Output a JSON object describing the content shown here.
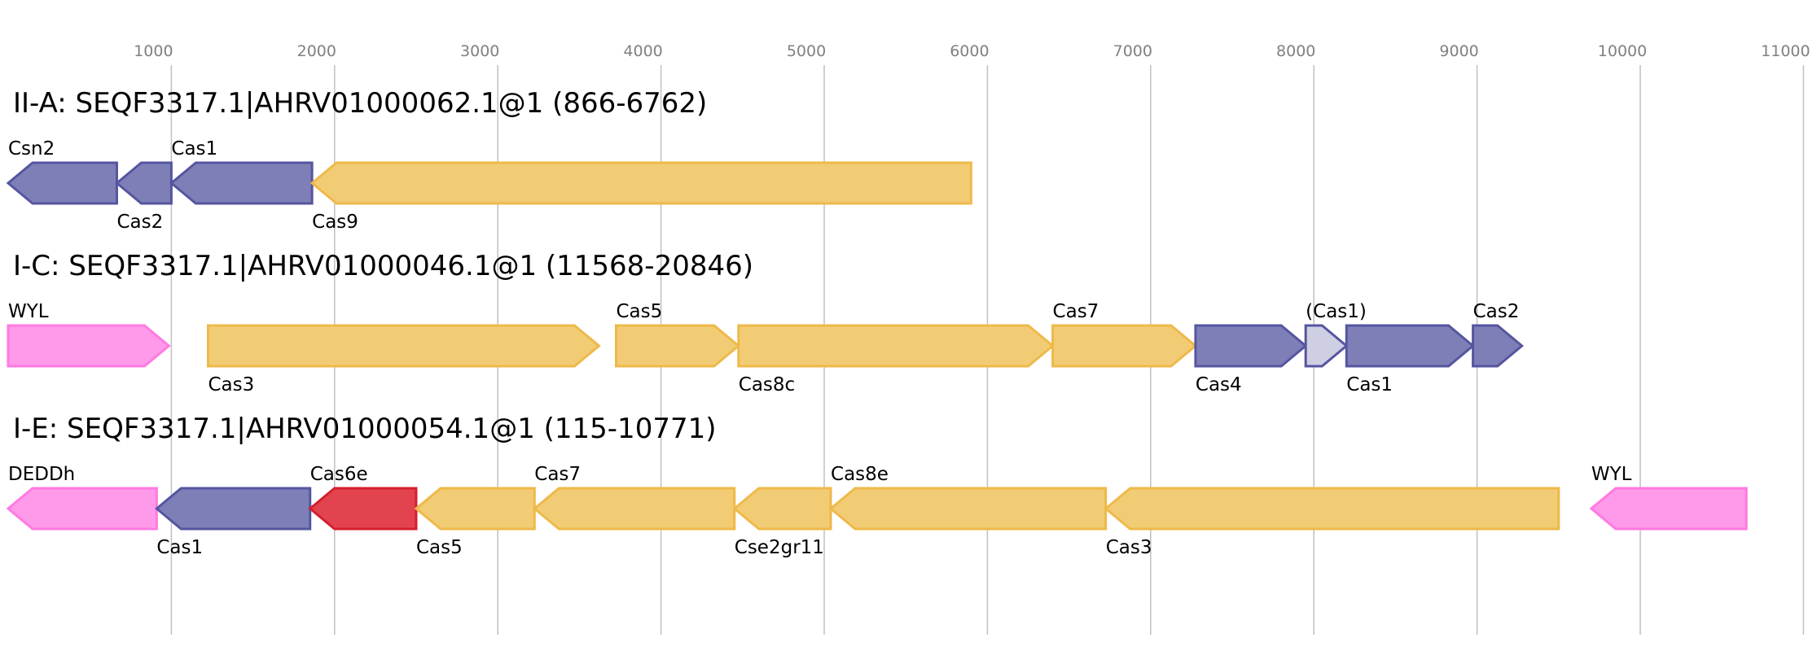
{
  "axis": {
    "ticks": [
      1000,
      2000,
      3000,
      4000,
      5000,
      6000,
      7000,
      8000,
      9000,
      10000,
      11000
    ],
    "tick_labels": [
      "1000",
      "2000",
      "3000",
      "4000",
      "5000",
      "6000",
      "7000",
      "8000",
      "9000",
      "10000",
      "11000"
    ],
    "range": [
      0,
      11000
    ]
  },
  "colors": {
    "adaptation": "#7f7fb8",
    "adaptation_border": "#5555a0",
    "interference": "#f2cc74",
    "interference_border": "#eeb94a",
    "accessory": "#ff99ea",
    "accessory_border": "#ff7ae0",
    "cas6e": "#e2434f",
    "cas6e_border": "#d41f2e",
    "partial": "#cfcfe3",
    "partial_border": "#5555a0",
    "gridline": "#c0c0c0"
  },
  "tracks": [
    {
      "title": "II-A: SEQF3317.1|AHRV01000062.1@1 (866-6762)",
      "genes": [
        {
          "label": "Csn2",
          "start": 0,
          "end": 666,
          "strand": -1,
          "type": "adaptation",
          "label_pos": "above"
        },
        {
          "label": "Cas2",
          "start": 666,
          "end": 1000,
          "strand": -1,
          "type": "adaptation",
          "label_pos": "below"
        },
        {
          "label": "Cas1",
          "start": 1000,
          "end": 1862,
          "strand": -1,
          "type": "adaptation",
          "label_pos": "above"
        },
        {
          "label": "Cas9",
          "start": 1862,
          "end": 5900,
          "strand": -1,
          "type": "interference",
          "label_pos": "below"
        }
      ]
    },
    {
      "title": "I-C: SEQF3317.1|AHRV01000046.1@1 (11568-20846)",
      "genes": [
        {
          "label": "WYL",
          "start": 0,
          "end": 985,
          "strand": 1,
          "type": "accessory",
          "label_pos": "above"
        },
        {
          "label": "Cas3",
          "start": 1225,
          "end": 3620,
          "strand": 1,
          "type": "interference",
          "label_pos": "below"
        },
        {
          "label": "Cas5",
          "start": 3725,
          "end": 4475,
          "strand": 1,
          "type": "interference",
          "label_pos": "above"
        },
        {
          "label": "Cas8c",
          "start": 4475,
          "end": 6400,
          "strand": 1,
          "type": "interference",
          "label_pos": "below"
        },
        {
          "label": "Cas7",
          "start": 6400,
          "end": 7275,
          "strand": 1,
          "type": "interference",
          "label_pos": "above"
        },
        {
          "label": "Cas4",
          "start": 7275,
          "end": 7950,
          "strand": 1,
          "type": "adaptation",
          "label_pos": "below"
        },
        {
          "label": "(Cas1)",
          "start": 7950,
          "end": 8200,
          "strand": 1,
          "type": "partial",
          "label_pos": "above"
        },
        {
          "label": "Cas1",
          "start": 8200,
          "end": 8975,
          "strand": 1,
          "type": "adaptation",
          "label_pos": "below"
        },
        {
          "label": "Cas2",
          "start": 8975,
          "end": 9275,
          "strand": 1,
          "type": "adaptation",
          "label_pos": "above"
        }
      ]
    },
    {
      "title": "I-E: SEQF3317.1|AHRV01000054.1@1 (115-10771)",
      "genes": [
        {
          "label": "DEDDh",
          "start": 0,
          "end": 910,
          "strand": -1,
          "type": "accessory",
          "label_pos": "above"
        },
        {
          "label": "Cas1",
          "start": 910,
          "end": 1850,
          "strand": -1,
          "type": "adaptation",
          "label_pos": "below"
        },
        {
          "label": "Cas6e",
          "start": 1850,
          "end": 2500,
          "strand": -1,
          "type": "cas6e",
          "label_pos": "above"
        },
        {
          "label": "Cas5",
          "start": 2500,
          "end": 3225,
          "strand": -1,
          "type": "interference",
          "label_pos": "below"
        },
        {
          "label": "Cas7",
          "start": 3225,
          "end": 4450,
          "strand": -1,
          "type": "interference",
          "label_pos": "above"
        },
        {
          "label": "Cse2gr11",
          "start": 4450,
          "end": 5040,
          "strand": -1,
          "type": "interference",
          "label_pos": "below"
        },
        {
          "label": "Cas8e",
          "start": 5040,
          "end": 6725,
          "strand": -1,
          "type": "interference",
          "label_pos": "above"
        },
        {
          "label": "Cas3",
          "start": 6725,
          "end": 9500,
          "strand": -1,
          "type": "interference",
          "label_pos": "below"
        },
        {
          "label": "WYL",
          "start": 9700,
          "end": 10650,
          "strand": -1,
          "type": "accessory",
          "label_pos": "above"
        }
      ]
    }
  ]
}
